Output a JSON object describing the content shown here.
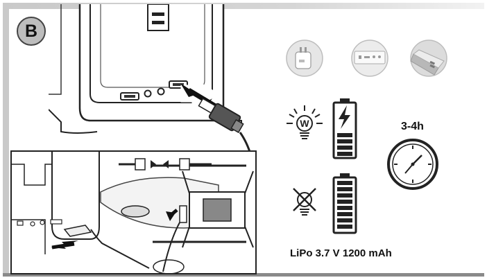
{
  "step": {
    "badge": "B"
  },
  "charging": {
    "duration": "3-4h",
    "battery_spec": "LiPo 3.7 V 1200 mAh"
  },
  "icons": {
    "power_sources": [
      "wall-adapter-icon",
      "power-bank-icon",
      "power-bank-icon"
    ],
    "led_on": "led-lit-icon",
    "led_off": "led-off-icon",
    "battery_charging": "battery-charging-icon",
    "battery_full": "battery-full-icon",
    "clock": "clock-icon"
  }
}
